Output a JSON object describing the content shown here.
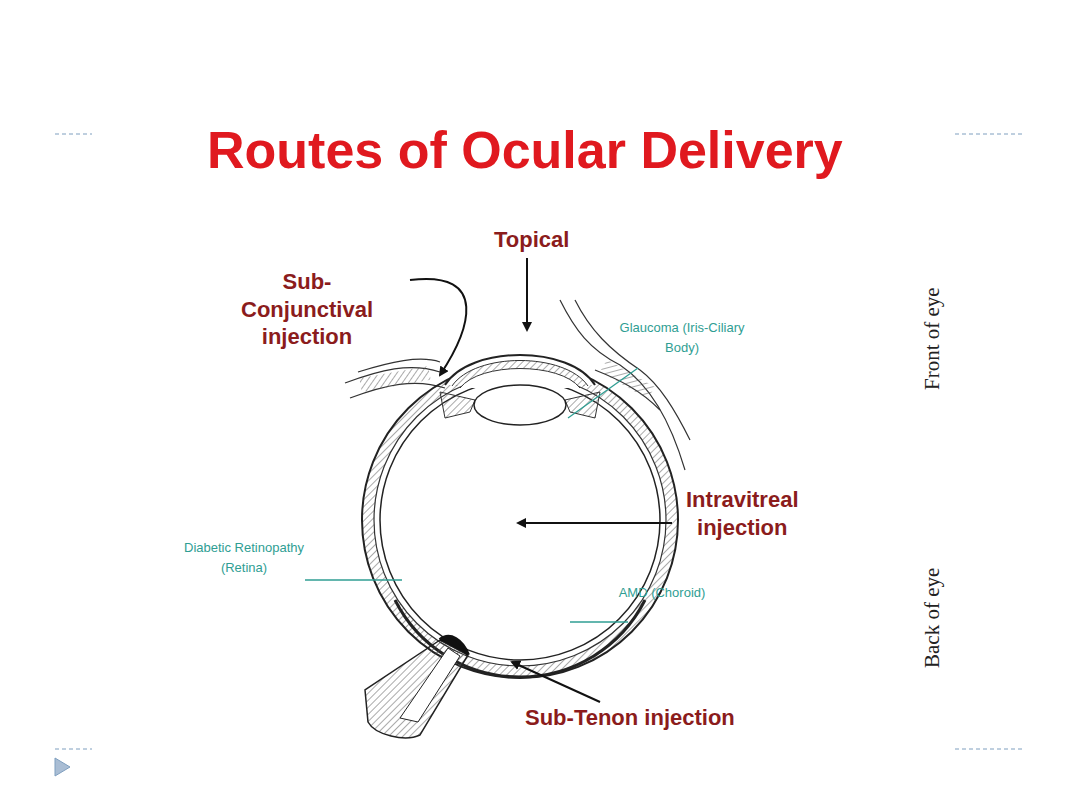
{
  "diagram": {
    "title": "Routes of Ocular Delivery",
    "labels": [
      "Topical",
      "Sub- Conjunctival injection",
      "Glaucoma (Iris-Ciliary Body)",
      "Front of eye",
      "Intravitreal injection",
      "Diabetic Retinopathy (Retina)",
      "AMD (Choroid)",
      "Back of eye",
      "Sub-Tenon injection"
    ]
  }
}
